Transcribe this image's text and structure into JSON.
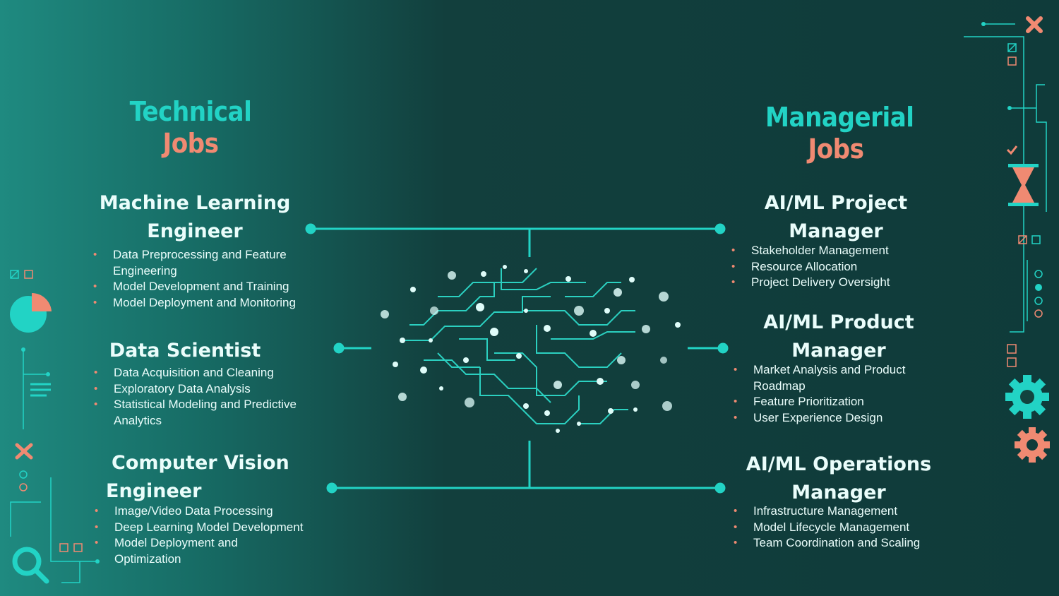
{
  "left_heading": {
    "line1": "Technical",
    "line2": "Jobs"
  },
  "right_heading": {
    "line1": "Managerial",
    "line2": "Jobs"
  },
  "technical_jobs": [
    {
      "title_line1": "Machine Learning",
      "title_line2": "Engineer",
      "bullets": [
        "Data Preprocessing and Feature Engineering",
        "Model Development and Training",
        "Model Deployment and Monitoring"
      ]
    },
    {
      "title_line1": "Data Scientist",
      "title_line2": "",
      "bullets": [
        "Data Acquisition and Cleaning",
        "Exploratory Data Analysis",
        "Statistical Modeling and Predictive Analytics"
      ]
    },
    {
      "title_line1": "Computer Vision",
      "title_line2": "Engineer",
      "bullets": [
        "Image/Video Data Processing",
        "Deep Learning Model Development",
        "Model Deployment and Optimization"
      ]
    }
  ],
  "managerial_jobs": [
    {
      "title_line1": "AI/ML Project",
      "title_line2": "Manager",
      "bullets": [
        "Stakeholder Management",
        "Resource Allocation",
        "Project Delivery Oversight"
      ]
    },
    {
      "title_line1": "AI/ML Product",
      "title_line2": "Manager",
      "bullets": [
        "Market Analysis and Product Roadmap",
        "Feature Prioritization",
        "User Experience Design"
      ]
    },
    {
      "title_line1": "AI/ML Operations",
      "title_line2": "Manager",
      "bullets": [
        "Infrastructure Management",
        "Model Lifecycle Management",
        "Team Coordination and Scaling"
      ]
    }
  ],
  "colors": {
    "teal": "#22d3c5",
    "coral": "#f08a72",
    "text": "#eafdfb",
    "background": "#0f3b3a"
  },
  "icons": [
    "circuit-brain-icon",
    "pie-chart-icon",
    "magnifier-icon",
    "gear-icon",
    "hourglass-icon",
    "close-icon",
    "list-icon",
    "checkmark-icon"
  ]
}
